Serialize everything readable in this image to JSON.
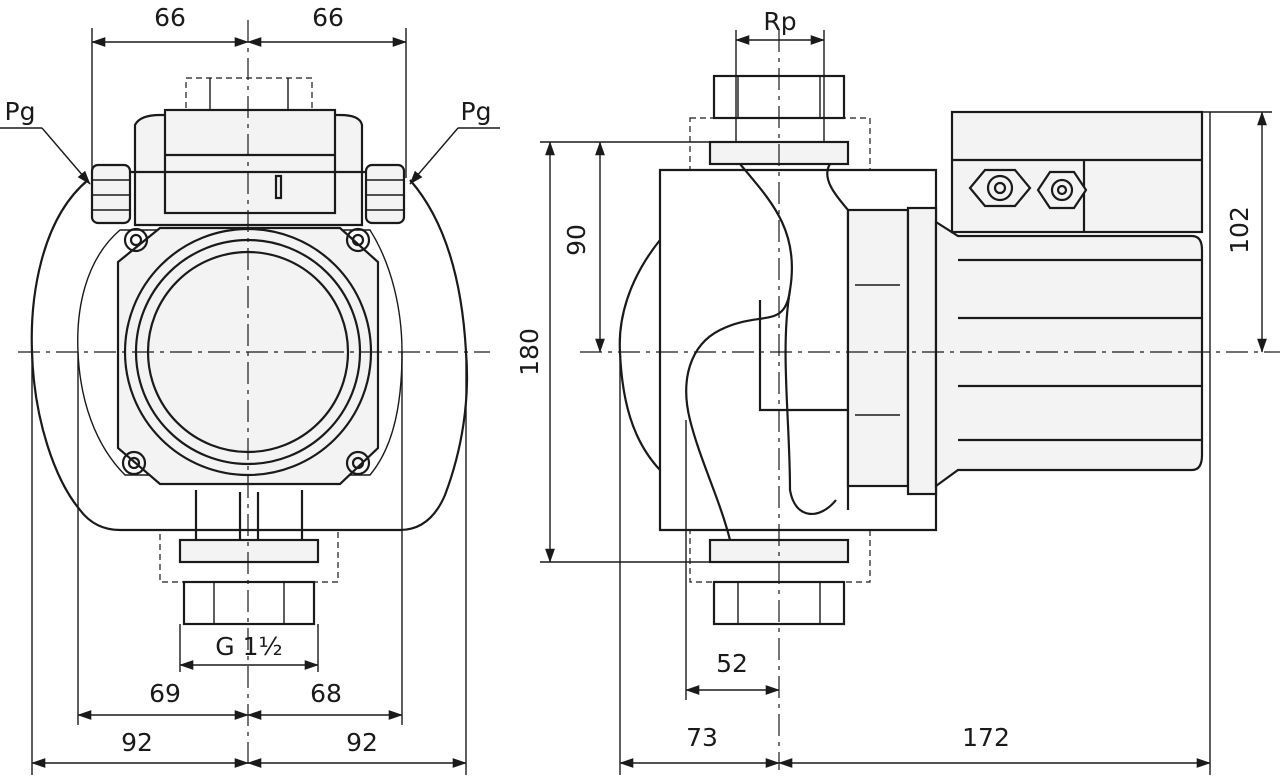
{
  "front_view": {
    "dim_top_left": "66",
    "dim_top_right": "66",
    "label_pg_left": "Pg",
    "label_pg_right": "Pg",
    "thread": "G 1½",
    "dim_bottom_inner_left": "69",
    "dim_bottom_inner_right": "68",
    "dim_bottom_outer_left": "92",
    "dim_bottom_outer_right": "92"
  },
  "side_view": {
    "label_rp": "Rp",
    "dim_height_total": "180",
    "dim_height_half": "90",
    "dim_motor_height": "102",
    "dim_port": "52",
    "dim_left": "73",
    "dim_right": "172"
  }
}
